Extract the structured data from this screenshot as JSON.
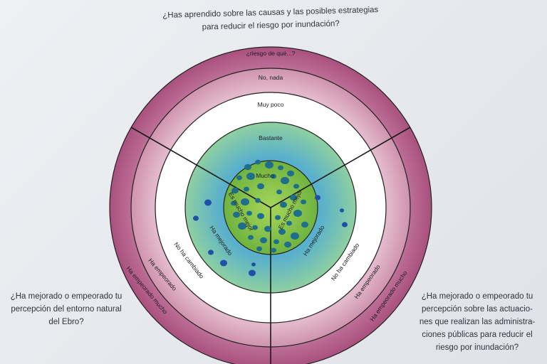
{
  "questions": {
    "top": [
      "¿Has aprendido sobre las causas y las posibles estrategias",
      "para reducir el riesgo por inundación?"
    ],
    "left": [
      "¿Ha mejorado o empeorado tu",
      "percepción del entorno natural",
      "del Ebro?"
    ],
    "right": [
      "¿Ha mejorado o empeorado tu",
      "percepción sobre las actuacio-",
      "nes que realizan las administra-",
      "ciones públicas para reducir el",
      "riesgo por inundación?"
    ]
  },
  "rings_top": {
    "outer": "¿riesgo de qué...?",
    "second": "No, nada",
    "third": "Muy poco",
    "fourth": "Bastante",
    "center": "Mucho"
  },
  "rings_left": {
    "center": "Es mucho mejor",
    "fourth": "Ha mejorado",
    "third": "No ha cambiado",
    "second": "Ha empeorado",
    "outer": "Ha empeorado mucho"
  },
  "rings_right": {
    "center": "Es mucho mejor",
    "fourth": "Ha mejorado",
    "third": "No ha cambiado",
    "second": "Ha empeorado",
    "outer": "Ha empeorado mucho"
  },
  "colors": {
    "outer_ring": "#b45c87",
    "second_ring": "#d6a1b8",
    "third_ring": "#ffffff",
    "fourth_ring": "#64b6cf",
    "center": "#8fcb4a",
    "dot": "#1f6e8c",
    "line": "#1a1a1a"
  }
}
